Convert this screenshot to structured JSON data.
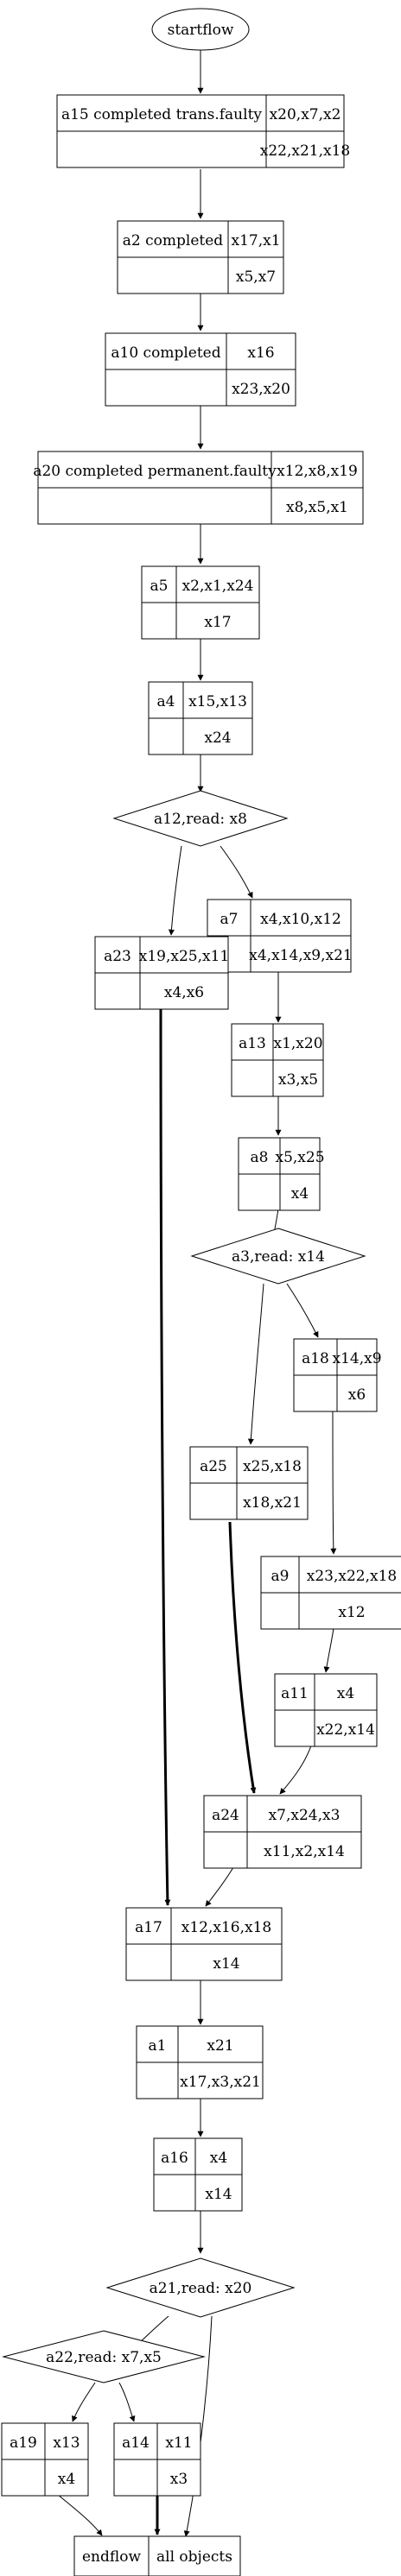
{
  "start": {
    "label": "startflow"
  },
  "nodes": [
    {
      "id": "a15",
      "label": "a15 completed trans.faulty",
      "top": "x20,x7,x2",
      "bottom": "x22,x21,x18"
    },
    {
      "id": "a2",
      "label": "a2 completed",
      "top": "x17,x1",
      "bottom": "x5,x7"
    },
    {
      "id": "a10",
      "label": "a10 completed",
      "top": "x16",
      "bottom": "x23,x20"
    },
    {
      "id": "a20",
      "label": "a20 completed permanent.faulty",
      "top": "x12,x8,x19",
      "bottom": "x8,x5,x1"
    },
    {
      "id": "a5",
      "label": "a5",
      "top": "x2,x1,x24",
      "bottom": "x17"
    },
    {
      "id": "a4",
      "label": "a4",
      "top": "x15,x13",
      "bottom": "x24"
    },
    {
      "id": "a7",
      "label": "a7",
      "top": "x4,x10,x12",
      "bottom": "x4,x14,x9,x21"
    },
    {
      "id": "a23",
      "label": "a23",
      "top": "x19,x25,x11",
      "bottom": "x4,x6"
    },
    {
      "id": "a13",
      "label": "a13",
      "top": "x1,x20",
      "bottom": "x3,x5"
    },
    {
      "id": "a8",
      "label": "a8",
      "top": "x5,x25",
      "bottom": "x4"
    },
    {
      "id": "a18",
      "label": "a18",
      "top": "x14,x9",
      "bottom": "x6"
    },
    {
      "id": "a25",
      "label": "a25",
      "top": "x25,x18",
      "bottom": "x18,x21"
    },
    {
      "id": "a9",
      "label": "a9",
      "top": "x23,x22,x18",
      "bottom": "x12"
    },
    {
      "id": "a11",
      "label": "a11",
      "top": "x4",
      "bottom": "x22,x14"
    },
    {
      "id": "a24",
      "label": "a24",
      "top": "x7,x24,x3",
      "bottom": "x11,x2,x14"
    },
    {
      "id": "a17",
      "label": "a17",
      "top": "x12,x16,x18",
      "bottom": "x14"
    },
    {
      "id": "a1",
      "label": "a1",
      "top": "x21",
      "bottom": "x17,x3,x21"
    },
    {
      "id": "a16",
      "label": "a16",
      "top": "x4",
      "bottom": "x14"
    },
    {
      "id": "a19",
      "label": "a19",
      "top": "x13",
      "bottom": "x4"
    },
    {
      "id": "a14",
      "label": "a14",
      "top": "x11",
      "bottom": "x3"
    }
  ],
  "decisions": [
    {
      "id": "a12",
      "label": "a12,read: x8"
    },
    {
      "id": "a3",
      "label": "a3,read: x14"
    },
    {
      "id": "a21",
      "label": "a21,read: x20"
    },
    {
      "id": "a22",
      "label": "a22,read: x7,x5"
    }
  ],
  "end": {
    "left": "endflow",
    "right": "all objects"
  }
}
